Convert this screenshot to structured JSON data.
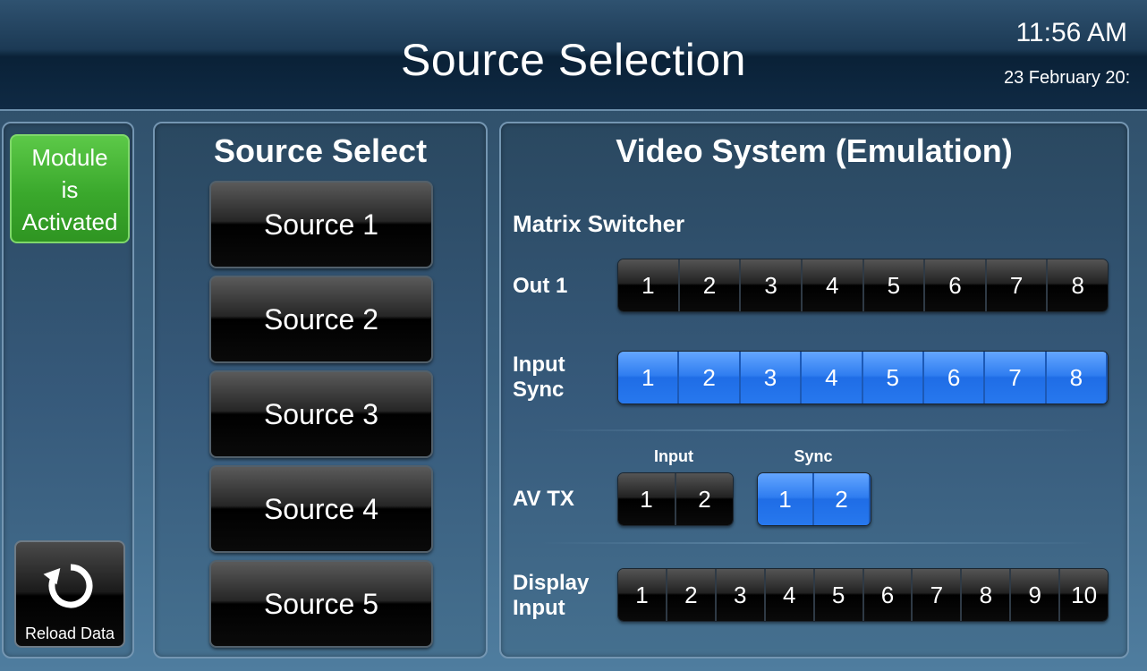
{
  "header": {
    "title": "Source Selection",
    "time": "11:56 AM",
    "date": "23 February 20:"
  },
  "left_panel": {
    "module_status": [
      "Module",
      "is",
      "Activated"
    ],
    "reload_label": "Reload Data"
  },
  "source_panel": {
    "title": "Source Select",
    "sources": [
      "Source 1",
      "Source 2",
      "Source 3",
      "Source 4",
      "Source 5"
    ]
  },
  "video_panel": {
    "title": "Video System (Emulation)",
    "matrix_label": "Matrix Switcher",
    "out1": {
      "label": "Out 1",
      "buttons": [
        "1",
        "2",
        "3",
        "4",
        "5",
        "6",
        "7",
        "8"
      ]
    },
    "input_sync": {
      "label_line1": "Input",
      "label_line2": "Sync",
      "buttons": [
        "1",
        "2",
        "3",
        "4",
        "5",
        "6",
        "7",
        "8"
      ]
    },
    "av_tx": {
      "label": "AV TX",
      "input_label": "Input",
      "sync_label": "Sync",
      "input_buttons": [
        "1",
        "2"
      ],
      "sync_buttons": [
        "1",
        "2"
      ]
    },
    "display_input": {
      "label_line1": "Display",
      "label_line2": "Input",
      "buttons": [
        "1",
        "2",
        "3",
        "4",
        "5",
        "6",
        "7",
        "8",
        "9",
        "10"
      ]
    }
  },
  "colors": {
    "active_green": "#3aa82c",
    "sync_blue": "#2f7df0",
    "button_black": "#000000"
  }
}
